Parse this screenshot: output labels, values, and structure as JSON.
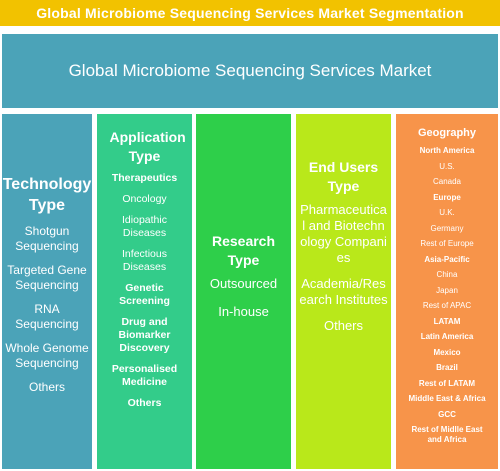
{
  "title": "Global Microbiome Sequencing Services Market Segmentation",
  "market": "Global Microbiome Sequencing Services Market",
  "columns": {
    "technology": {
      "heading": "Technology Type",
      "items": [
        "Shotgun Sequencing",
        "Targeted Gene Sequencing",
        "RNA Sequencing",
        "Whole Genome Sequencing",
        "Others"
      ]
    },
    "application": {
      "heading": "Application Type",
      "items": [
        "Therapeutics",
        "Oncology",
        "Idiopathic Diseases",
        "Infectious Diseases",
        "Genetic Screening",
        "Drug and Biomarker Discovery",
        "Personalised Medicine",
        "Others"
      ]
    },
    "research": {
      "heading": "Research Type",
      "items": [
        "Outsourced",
        "In-house"
      ]
    },
    "end_users": {
      "heading": "End Users Type",
      "items": [
        "Pharmaceutical and Biotechnology Companies",
        "Academia/Research Institutes",
        "Others"
      ]
    },
    "geography": {
      "heading": "Geography",
      "items": [
        "North America",
        "U.S.",
        "Canada",
        "Europe",
        "U.K.",
        "Germany",
        "Rest of Europe",
        "Asia-Pacific",
        "China",
        "Japan",
        "Rest of APAC",
        "LATAM",
        "Latin America",
        "Mexico",
        "Brazil",
        "Rest of LATAM",
        "Middle East & Africa",
        "GCC",
        "Rest of Midlle East and Africa"
      ]
    }
  },
  "colors": {
    "title_bar": "#f2c200",
    "market_box": "#4ba3b8",
    "technology": "#4ba3b8",
    "application": "#33cc8a",
    "research": "#2ecf4a",
    "end_users": "#b9e81a",
    "geography": "#f7944a"
  }
}
